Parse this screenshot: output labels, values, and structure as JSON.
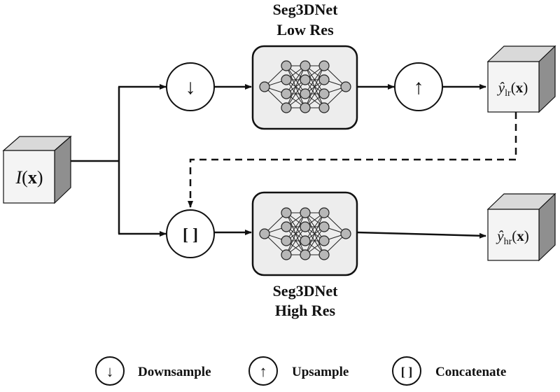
{
  "input": {
    "func": "I",
    "open_paren": "(",
    "arg": "x",
    "close_paren": ")"
  },
  "network_low": {
    "line1": "Seg3DNet",
    "line2": "Low Res"
  },
  "network_high": {
    "line1": "Seg3DNet",
    "line2": "High Res"
  },
  "output_low": {
    "symbol": "ŷ",
    "subscript": "lr",
    "open_paren": "(",
    "arg": "x",
    "close_paren": ")"
  },
  "output_high": {
    "symbol": "ŷ",
    "subscript": "hr",
    "open_paren": "(",
    "arg": "x",
    "close_paren": ")"
  },
  "symbols": {
    "downsample": "↓",
    "upsample": "↑",
    "concatenate": "[ ]"
  },
  "legend": {
    "downsample_label": "Downsample",
    "upsample_label": "Upsample",
    "concatenate_label": "Concatenate"
  },
  "colors": {
    "line": "#111111",
    "cube_front": "#f4f4f4",
    "cube_top": "#d9d9d9",
    "cube_side": "#8f8f8f",
    "node": "#b7b7b7",
    "block_fill": "#ededed"
  }
}
